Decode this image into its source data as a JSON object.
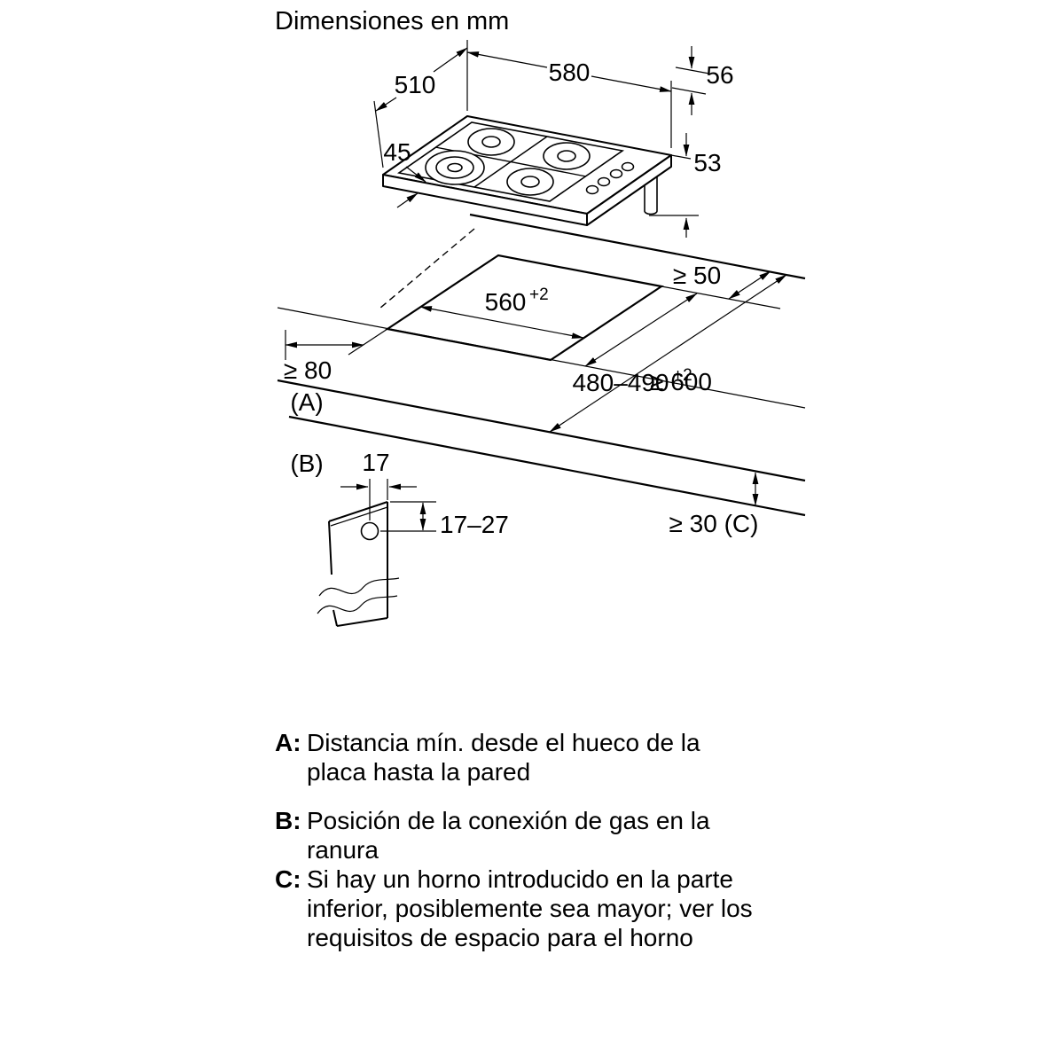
{
  "title": "Dimensiones en mm",
  "diagram": {
    "hob": {
      "width": "580",
      "depth": "510",
      "height": "45",
      "height_to_connection": "53",
      "control_zone": "56"
    },
    "worktop": {
      "cutout_width": "560",
      "cutout_width_tolerance": "+2",
      "cutout_depth": "480–490",
      "cutout_depth_tolerance": "+2",
      "rear_clearance": "≥ 50",
      "side_clearance": "≥ 80",
      "side_clearance_ref": "(A)",
      "min_depth": "≥ 600",
      "thickness_note": "≥ 30 (C)"
    },
    "gas_connection": {
      "ref": "(B)",
      "edge_offset": "17",
      "depth_range": "17–27"
    }
  },
  "legend": {
    "items": [
      {
        "key": "A:",
        "lines": [
          "Distancia mín. desde el hueco de la",
          "placa hasta la pared"
        ]
      },
      {
        "key": "B:",
        "lines": [
          "Posición de la conexión de gas en la",
          "ranura"
        ]
      },
      {
        "key": "C:",
        "lines": [
          "Si hay un horno introducido en la parte",
          "inferior, posiblemente sea mayor; ver los",
          "requisitos de espacio para el horno"
        ]
      }
    ]
  }
}
